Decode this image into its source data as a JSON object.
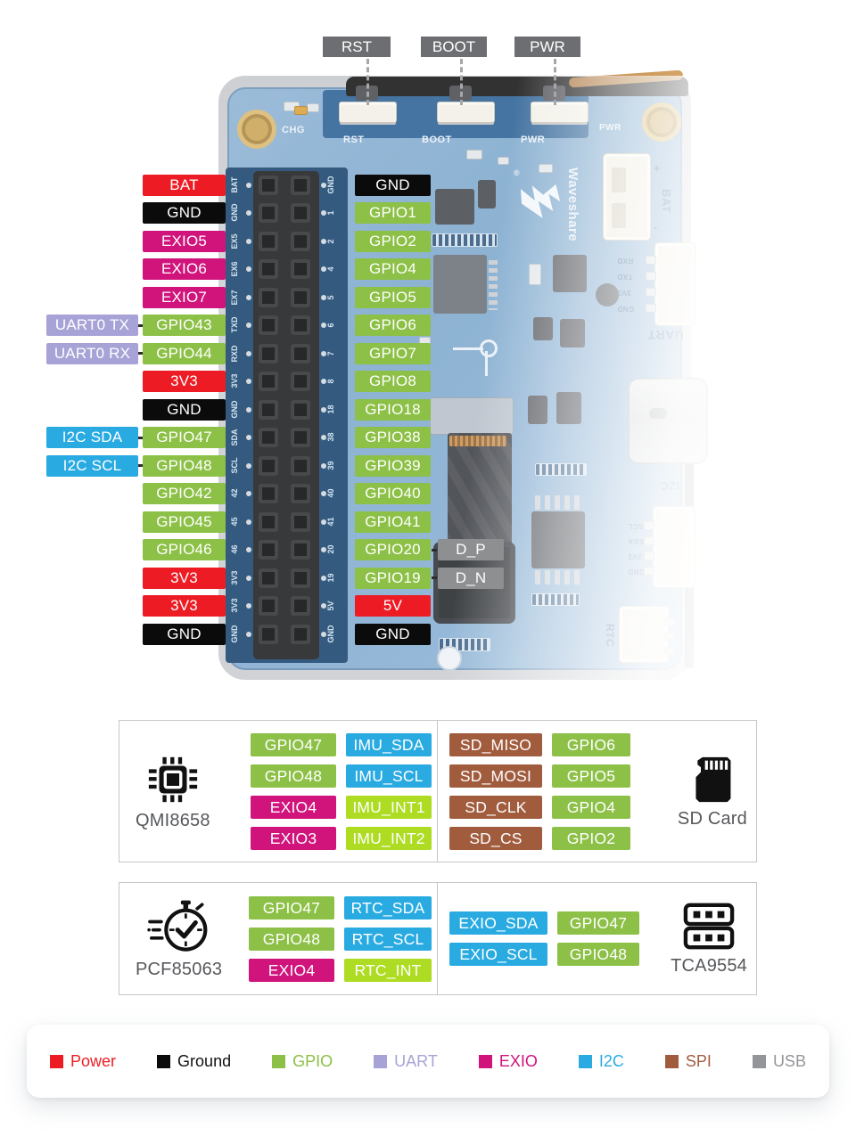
{
  "top_buttons": [
    "RST",
    "BOOT",
    "PWR"
  ],
  "board_silk": {
    "chg": "CHG",
    "rst": "RST",
    "boot": "BOOT",
    "pwr": "PWR",
    "pwr2": "PWR",
    "brand": "Waveshare",
    "reg": "®",
    "bat": "BAT",
    "bat_plus": "+",
    "bat_minus": "-",
    "uart": "UART",
    "i2c": "I2C",
    "rtc": "RTC",
    "uart_pins": [
      "RXD",
      "TXD",
      "3V3",
      "GND"
    ],
    "i2c_pins": [
      "SCL",
      "SDA",
      "3V3",
      "GND"
    ],
    "header_left": [
      "BAT",
      "GND",
      "EX5",
      "EX6",
      "EX7",
      "TXD",
      "RXD",
      "3V3",
      "GND",
      "SDA",
      "SCL",
      "42",
      "45",
      "46",
      "3V3",
      "3V3",
      "GND"
    ],
    "header_right": [
      "GND",
      "1",
      "2",
      "4",
      "5",
      "6",
      "7",
      "8",
      "18",
      "38",
      "39",
      "40",
      "41",
      "20",
      "19",
      "5V",
      "GND"
    ]
  },
  "colors": {
    "power": "#ed1c24",
    "ground": "#0b0b0b",
    "gpio": "#8cc046",
    "uart": "#a7a3d7",
    "exio": "#d0147c",
    "i2c": "#29abe2",
    "spi": "#a15c3e",
    "usb": "#939598",
    "int": "#aedc23",
    "usb_pad": "#8e8f91",
    "tag": "#6d6e71"
  },
  "left_pins": [
    {
      "label": "BAT",
      "type": "power"
    },
    {
      "label": "GND",
      "type": "ground"
    },
    {
      "label": "EXIO5",
      "type": "exio"
    },
    {
      "label": "EXIO6",
      "type": "exio"
    },
    {
      "label": "EXIO7",
      "type": "exio"
    },
    {
      "label": "GPIO43",
      "type": "gpio",
      "prefix": "UART0 TX",
      "prefix_type": "uart"
    },
    {
      "label": "GPIO44",
      "type": "gpio",
      "prefix": "UART0 RX",
      "prefix_type": "uart"
    },
    {
      "label": "3V3",
      "type": "power"
    },
    {
      "label": "GND",
      "type": "ground"
    },
    {
      "label": "GPIO47",
      "type": "gpio",
      "prefix": "I2C SDA",
      "prefix_type": "i2c"
    },
    {
      "label": "GPIO48",
      "type": "gpio",
      "prefix": "I2C SCL",
      "prefix_type": "i2c"
    },
    {
      "label": "GPIO42",
      "type": "gpio"
    },
    {
      "label": "GPIO45",
      "type": "gpio"
    },
    {
      "label": "GPIO46",
      "type": "gpio"
    },
    {
      "label": "3V3",
      "type": "power"
    },
    {
      "label": "3V3",
      "type": "power"
    },
    {
      "label": "GND",
      "type": "ground"
    }
  ],
  "right_pins": [
    {
      "label": "GND",
      "type": "ground"
    },
    {
      "label": "GPIO1",
      "type": "gpio"
    },
    {
      "label": "GPIO2",
      "type": "gpio"
    },
    {
      "label": "GPIO4",
      "type": "gpio"
    },
    {
      "label": "GPIO5",
      "type": "gpio"
    },
    {
      "label": "GPIO6",
      "type": "gpio"
    },
    {
      "label": "GPIO7",
      "type": "gpio"
    },
    {
      "label": "GPIO8",
      "type": "gpio"
    },
    {
      "label": "GPIO18",
      "type": "gpio"
    },
    {
      "label": "GPIO38",
      "type": "gpio"
    },
    {
      "label": "GPIO39",
      "type": "gpio"
    },
    {
      "label": "GPIO40",
      "type": "gpio"
    },
    {
      "label": "GPIO41",
      "type": "gpio"
    },
    {
      "label": "GPIO20",
      "type": "gpio",
      "suffix": "D_P",
      "suffix_type": "usb_pad"
    },
    {
      "label": "GPIO19",
      "type": "gpio",
      "suffix": "D_N",
      "suffix_type": "usb_pad"
    },
    {
      "label": "5V",
      "type": "power"
    },
    {
      "label": "GND",
      "type": "ground"
    }
  ],
  "modules": [
    {
      "name": "QMI8658",
      "icon": "chip-icon",
      "rows": [
        [
          {
            "label": "GPIO47",
            "type": "gpio"
          },
          {
            "label": "IMU_SDA",
            "type": "i2c"
          }
        ],
        [
          {
            "label": "GPIO48",
            "type": "gpio"
          },
          {
            "label": "IMU_SCL",
            "type": "i2c"
          }
        ],
        [
          {
            "label": "EXIO4",
            "type": "exio"
          },
          {
            "label": "IMU_INT1",
            "type": "int"
          }
        ],
        [
          {
            "label": "EXIO3",
            "type": "exio"
          },
          {
            "label": "IMU_INT2",
            "type": "int"
          }
        ]
      ]
    },
    {
      "name": "SD Card",
      "icon": "sd-card-icon",
      "rows": [
        [
          {
            "label": "SD_MISO",
            "type": "spi"
          },
          {
            "label": "GPIO6",
            "type": "gpio"
          }
        ],
        [
          {
            "label": "SD_MOSI",
            "type": "spi"
          },
          {
            "label": "GPIO5",
            "type": "gpio"
          }
        ],
        [
          {
            "label": "SD_CLK",
            "type": "spi"
          },
          {
            "label": "GPIO4",
            "type": "gpio"
          }
        ],
        [
          {
            "label": "SD_CS",
            "type": "spi"
          },
          {
            "label": "GPIO2",
            "type": "gpio"
          }
        ]
      ]
    },
    {
      "name": "PCF85063",
      "icon": "stopwatch-icon",
      "rows": [
        [
          {
            "label": "GPIO47",
            "type": "gpio"
          },
          {
            "label": "RTC_SDA",
            "type": "i2c"
          }
        ],
        [
          {
            "label": "GPIO48",
            "type": "gpio"
          },
          {
            "label": "RTC_SCL",
            "type": "i2c"
          }
        ],
        [
          {
            "label": "EXIO4",
            "type": "exio"
          },
          {
            "label": "RTC_INT",
            "type": "int"
          }
        ]
      ]
    },
    {
      "name": "TCA9554",
      "icon": "pin-header-icon",
      "rows": [
        [
          {
            "label": "EXIO_SDA",
            "type": "i2c"
          },
          {
            "label": "GPIO47",
            "type": "gpio"
          }
        ],
        [
          {
            "label": "EXIO_SCL",
            "type": "i2c"
          },
          {
            "label": "GPIO48",
            "type": "gpio"
          }
        ]
      ]
    }
  ],
  "legend": [
    {
      "label": "Power",
      "type": "power"
    },
    {
      "label": "Ground",
      "type": "ground"
    },
    {
      "label": "GPIO",
      "type": "gpio"
    },
    {
      "label": "UART",
      "type": "uart"
    },
    {
      "label": "EXIO",
      "type": "exio"
    },
    {
      "label": "I2C",
      "type": "i2c"
    },
    {
      "label": "SPI",
      "type": "spi"
    },
    {
      "label": "USB",
      "type": "usb"
    }
  ]
}
